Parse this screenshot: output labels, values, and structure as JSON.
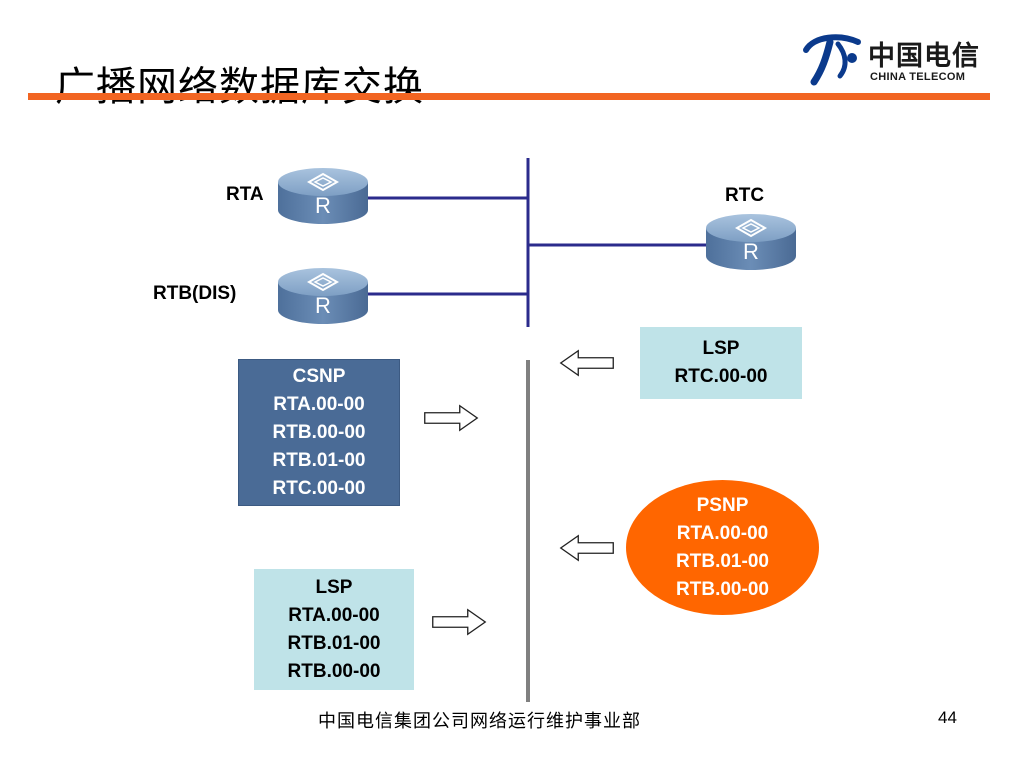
{
  "slide": {
    "title": "广播网络数据库交换",
    "logo_cn": "中国电信",
    "logo_en": "CHINA TELECOM",
    "footer": "中国电信集团公司网络运行维护事业部",
    "page_number": "44"
  },
  "routers": [
    {
      "name": "RTA",
      "icon_letter": "R"
    },
    {
      "name": "RTB(DIS)",
      "icon_letter": "R"
    },
    {
      "name": "RTC",
      "icon_letter": "R"
    }
  ],
  "packets": {
    "csnp": [
      "CSNP",
      "RTA.00-00",
      "RTB.00-00",
      "RTB.01-00",
      "RTC.00-00"
    ],
    "lsp_rtc": [
      "LSP",
      "RTC.00-00"
    ],
    "psnp": [
      "PSNP",
      "RTA.00-00",
      "RTB.01-00",
      "RTB.00-00"
    ],
    "lsp_rtb": [
      "LSP",
      "RTA.00-00",
      "RTB.01-00",
      "RTB.00-00"
    ]
  },
  "colors": {
    "accent": "#f26522",
    "link": "#2b2b8c",
    "csnp_box": "#4a6b96",
    "lsp_box": "#bfe3e8",
    "psnp_box": "#ff6600",
    "router": "#5a7fa8"
  },
  "icons": [
    "router-icon",
    "right-arrow-icon",
    "left-arrow-icon",
    "china-telecom-logo"
  ]
}
